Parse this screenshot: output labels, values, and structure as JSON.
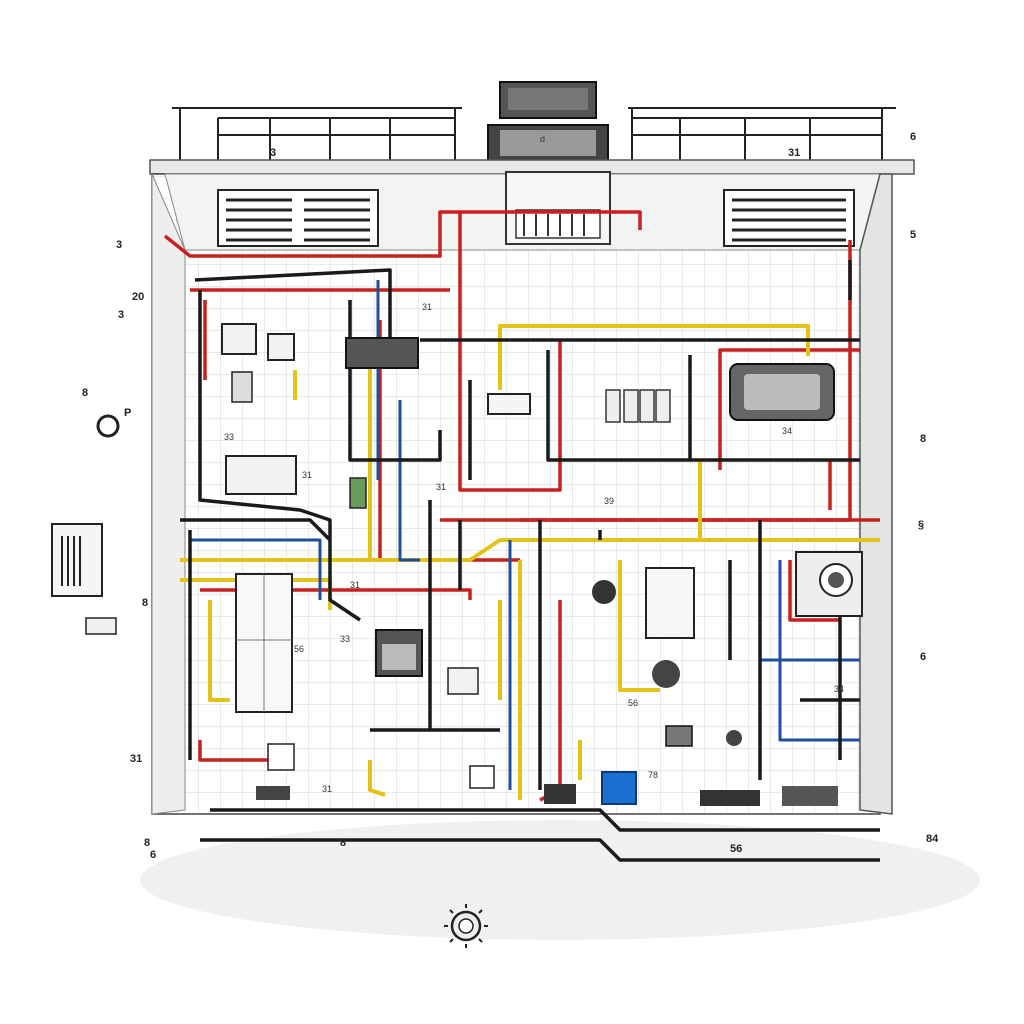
{
  "palette": {
    "background": "#ffffff",
    "grid": "#d4d4d4",
    "wall": "#e6e6e6",
    "pipe_red": "#c8201e",
    "pipe_black": "#1a1a1a",
    "pipe_yellow": "#e3c21a",
    "pipe_blue": "#1f4e9c",
    "equipment": "#f2f2f2",
    "accent_blue": "#1a6fd0",
    "accent_green": "#6a9a5a"
  },
  "labels": {
    "top_left": "3",
    "top_mid": "31",
    "top_right": "6",
    "right_1": "5",
    "left_1": "3",
    "left_2": "20",
    "left_3": "3",
    "left_4": "8",
    "left_5": "P",
    "left_6": "8",
    "left_7": "31",
    "bottom_left_1": "8",
    "bottom_left_2": "6",
    "bottom_mid": "8",
    "bottom_right": "56",
    "right_2": "8",
    "right_3": "§",
    "right_4": "6",
    "right_5": "84",
    "inner_1": "33",
    "inner_2": "31",
    "inner_3": "31",
    "inner_4": "31",
    "inner_5": "56",
    "inner_6": "39",
    "inner_7": "34",
    "inner_8": "33",
    "inner_9": "56",
    "inner_10": "78",
    "inner_11": "34",
    "inner_12": "31",
    "inner_13": "31",
    "inner_14": "d"
  }
}
